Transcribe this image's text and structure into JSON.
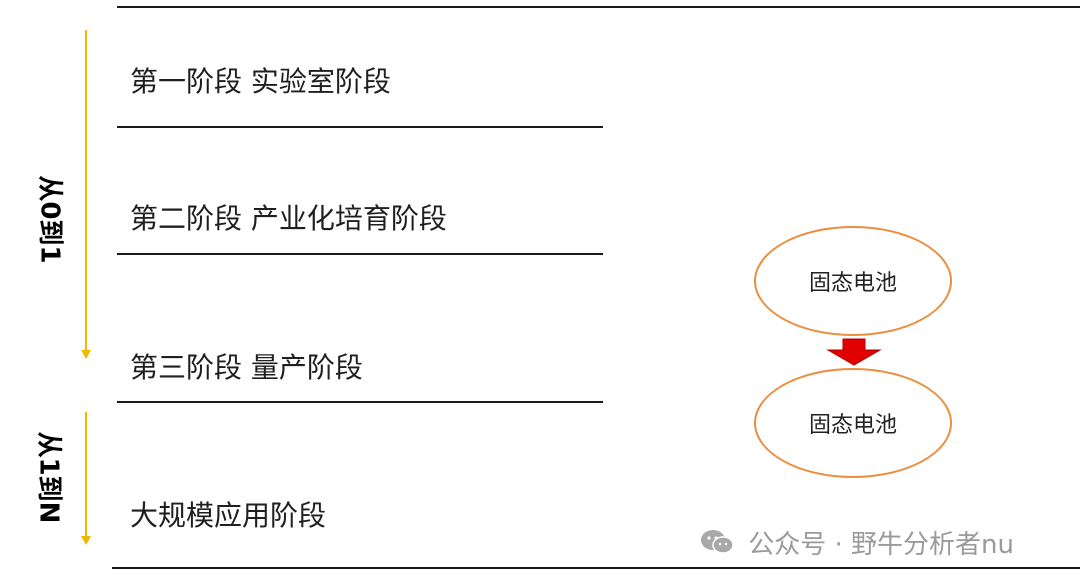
{
  "stages": [
    {
      "label": "第一阶段 实验室阶段"
    },
    {
      "label": "第二阶段 产业化培育阶段"
    },
    {
      "label": "第三阶段 量产阶段"
    },
    {
      "label": "大规模应用阶段"
    }
  ],
  "phases": [
    {
      "label": "从0到1"
    },
    {
      "label": "从1到N"
    }
  ],
  "ellipses": [
    {
      "label": "固态电池"
    },
    {
      "label": "固态电池"
    }
  ],
  "colors": {
    "arrow_line": "#f2b700",
    "ellipse_border": "#ec8d3c",
    "down_arrow": "#e00000"
  },
  "watermark": {
    "text": "公众号 · 野牛分析者nu",
    "icon": "wechat-icon"
  }
}
